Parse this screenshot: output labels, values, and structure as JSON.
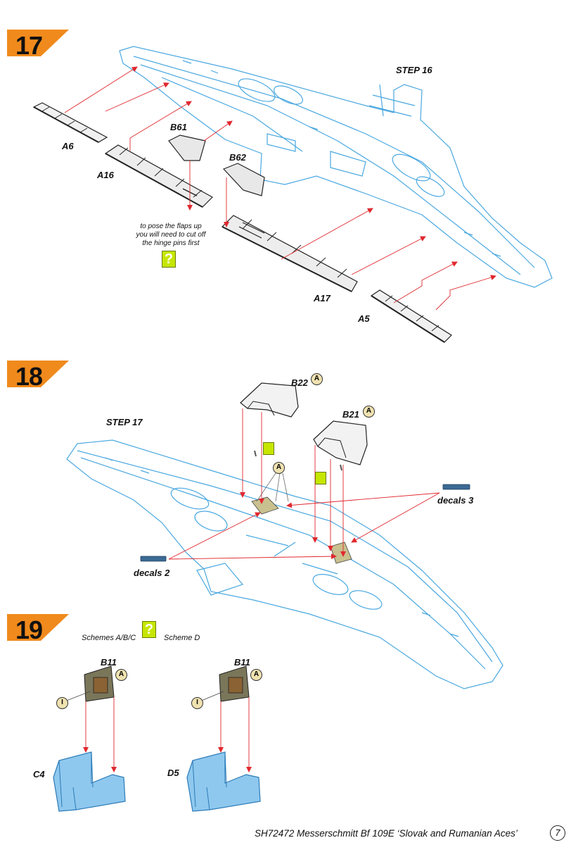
{
  "steps": {
    "s17": {
      "number": "17",
      "ref": "STEP 16"
    },
    "s18": {
      "number": "18",
      "ref": "STEP 17"
    },
    "s19": {
      "number": "19"
    }
  },
  "parts": {
    "a6": "A6",
    "a16": "A16",
    "b61": "B61",
    "b62": "B62",
    "a17": "A17",
    "a5": "A5",
    "b22": "B22",
    "b21": "B21",
    "b11_left": "B11",
    "b11_right": "B11",
    "c4": "C4",
    "d5": "D5"
  },
  "note": {
    "line1": "to pose the flaps up",
    "line2": "you will need to cut off",
    "line3": "the hinge pins first"
  },
  "help_glyph": "?",
  "decals": {
    "d3": "decals 3",
    "d2": "decals 2"
  },
  "schemes": {
    "abc": "Schemes A/B/C",
    "d": "Scheme D"
  },
  "paint_codes": {
    "a": "A",
    "i": "I"
  },
  "footer": "SH72472 Messerschmitt Bf 109E ‘Slovak and Rumanian Aces’",
  "page_number": "7",
  "colors": {
    "badge": "#f08a1c",
    "airframe_line": "#4aa8e0",
    "arrow": "#e0282e",
    "help_box": "#c6e600",
    "part_grey": "#3a3a3a",
    "clear_part": "#8fc8ee",
    "paint_a": "#efe2b0"
  }
}
